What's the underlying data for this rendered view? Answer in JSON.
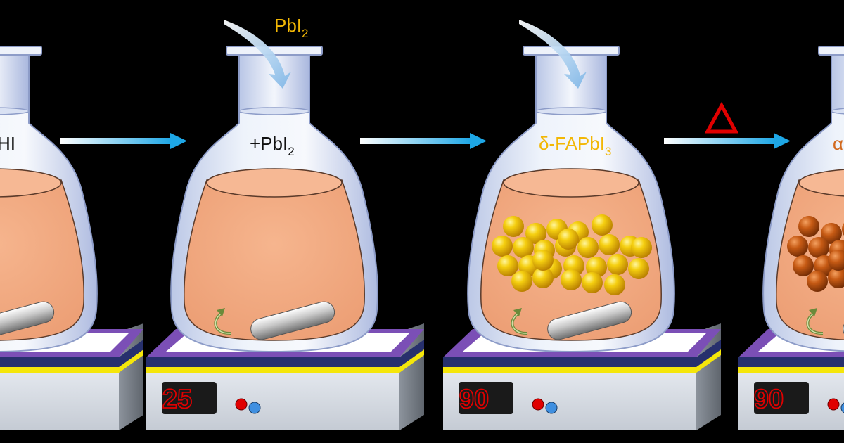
{
  "stages": [
    {
      "label": "HI"
    },
    {
      "label": "+PbI",
      "label_sub": "2",
      "added_label": "PbI",
      "added_sub": "2",
      "display": "25"
    },
    {
      "label": "δ-FAPbI",
      "label_sub": "3",
      "display": "90"
    },
    {
      "label": "α-",
      "display": "90"
    }
  ],
  "heat_symbol": "△",
  "colors": {
    "background": "#000000",
    "liquid": "#f2ab82",
    "arrow": "#1ea7e6",
    "gold_sphere": "#f2b705",
    "orange_sphere": "#d2691e",
    "heat_symbol": "#e00000",
    "label_gold": "#f2b705",
    "hotplate_rim": "#7b4fb6",
    "hotplate_band": "#f5e60a",
    "display_digits": "#e00000"
  },
  "icons": [
    "flask-icon",
    "stir-bar-icon",
    "rotation-arrow-icon",
    "hotplate-icon",
    "process-arrow-icon",
    "heat-triangle-icon"
  ]
}
